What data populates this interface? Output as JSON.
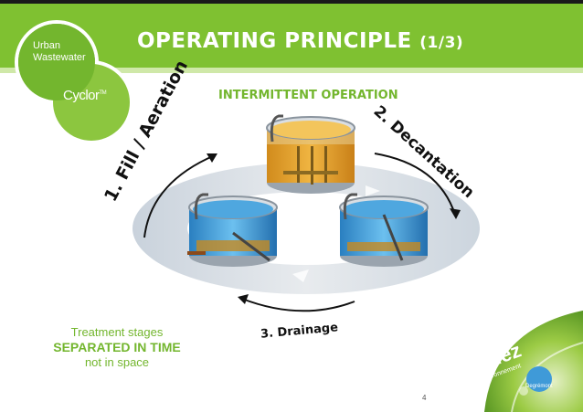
{
  "header": {
    "title_main": "OPERATING PRINCIPLE",
    "title_part": "(1/3)",
    "brand_line1": "Urban",
    "brand_line2": "Wastewater",
    "product": "Cyclor",
    "product_mark": "TM"
  },
  "diagram": {
    "subtitle": "INTERMITTENT OPERATION",
    "stage1": "1. Fill / Aeration",
    "stage2": "2. Decantation",
    "stage3": "3. Drainage"
  },
  "caption": {
    "line1": "Treatment stages",
    "line2": "SEPARATED IN TIME",
    "line3": "not in space"
  },
  "footer": {
    "page_number": "4",
    "logo_main": "suez",
    "logo_sub": "environnement",
    "partner": "Degrémont"
  },
  "colors": {
    "brand_green": "#73b62e",
    "header_bar": "#7fc131",
    "tank_orange": "#e7a52c",
    "tank_blue": "#3e9bd6"
  }
}
